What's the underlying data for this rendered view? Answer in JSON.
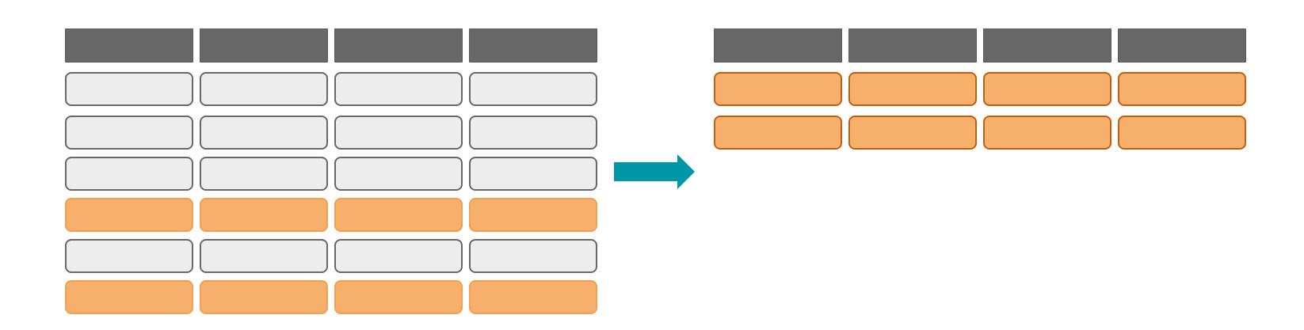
{
  "colors": {
    "header_fill": "#676767",
    "row_fill": "#ededed",
    "row_stroke": "#686868",
    "highlight_fill": "#f6b06b",
    "highlight_stroke_left": "#f0a050",
    "highlight_stroke_right": "#c0600c",
    "arrow": "#0097a7",
    "background": "#ffffff"
  },
  "source_table": {
    "columns": 4,
    "header_rows": 1,
    "rows": [
      "plain",
      "plain",
      "plain",
      "highlighted",
      "plain",
      "highlighted"
    ]
  },
  "arrow": {
    "icon": "right-arrow-icon",
    "direction": "right"
  },
  "result_table": {
    "columns": 4,
    "header_rows": 1,
    "rows": [
      "highlighted",
      "highlighted"
    ]
  }
}
